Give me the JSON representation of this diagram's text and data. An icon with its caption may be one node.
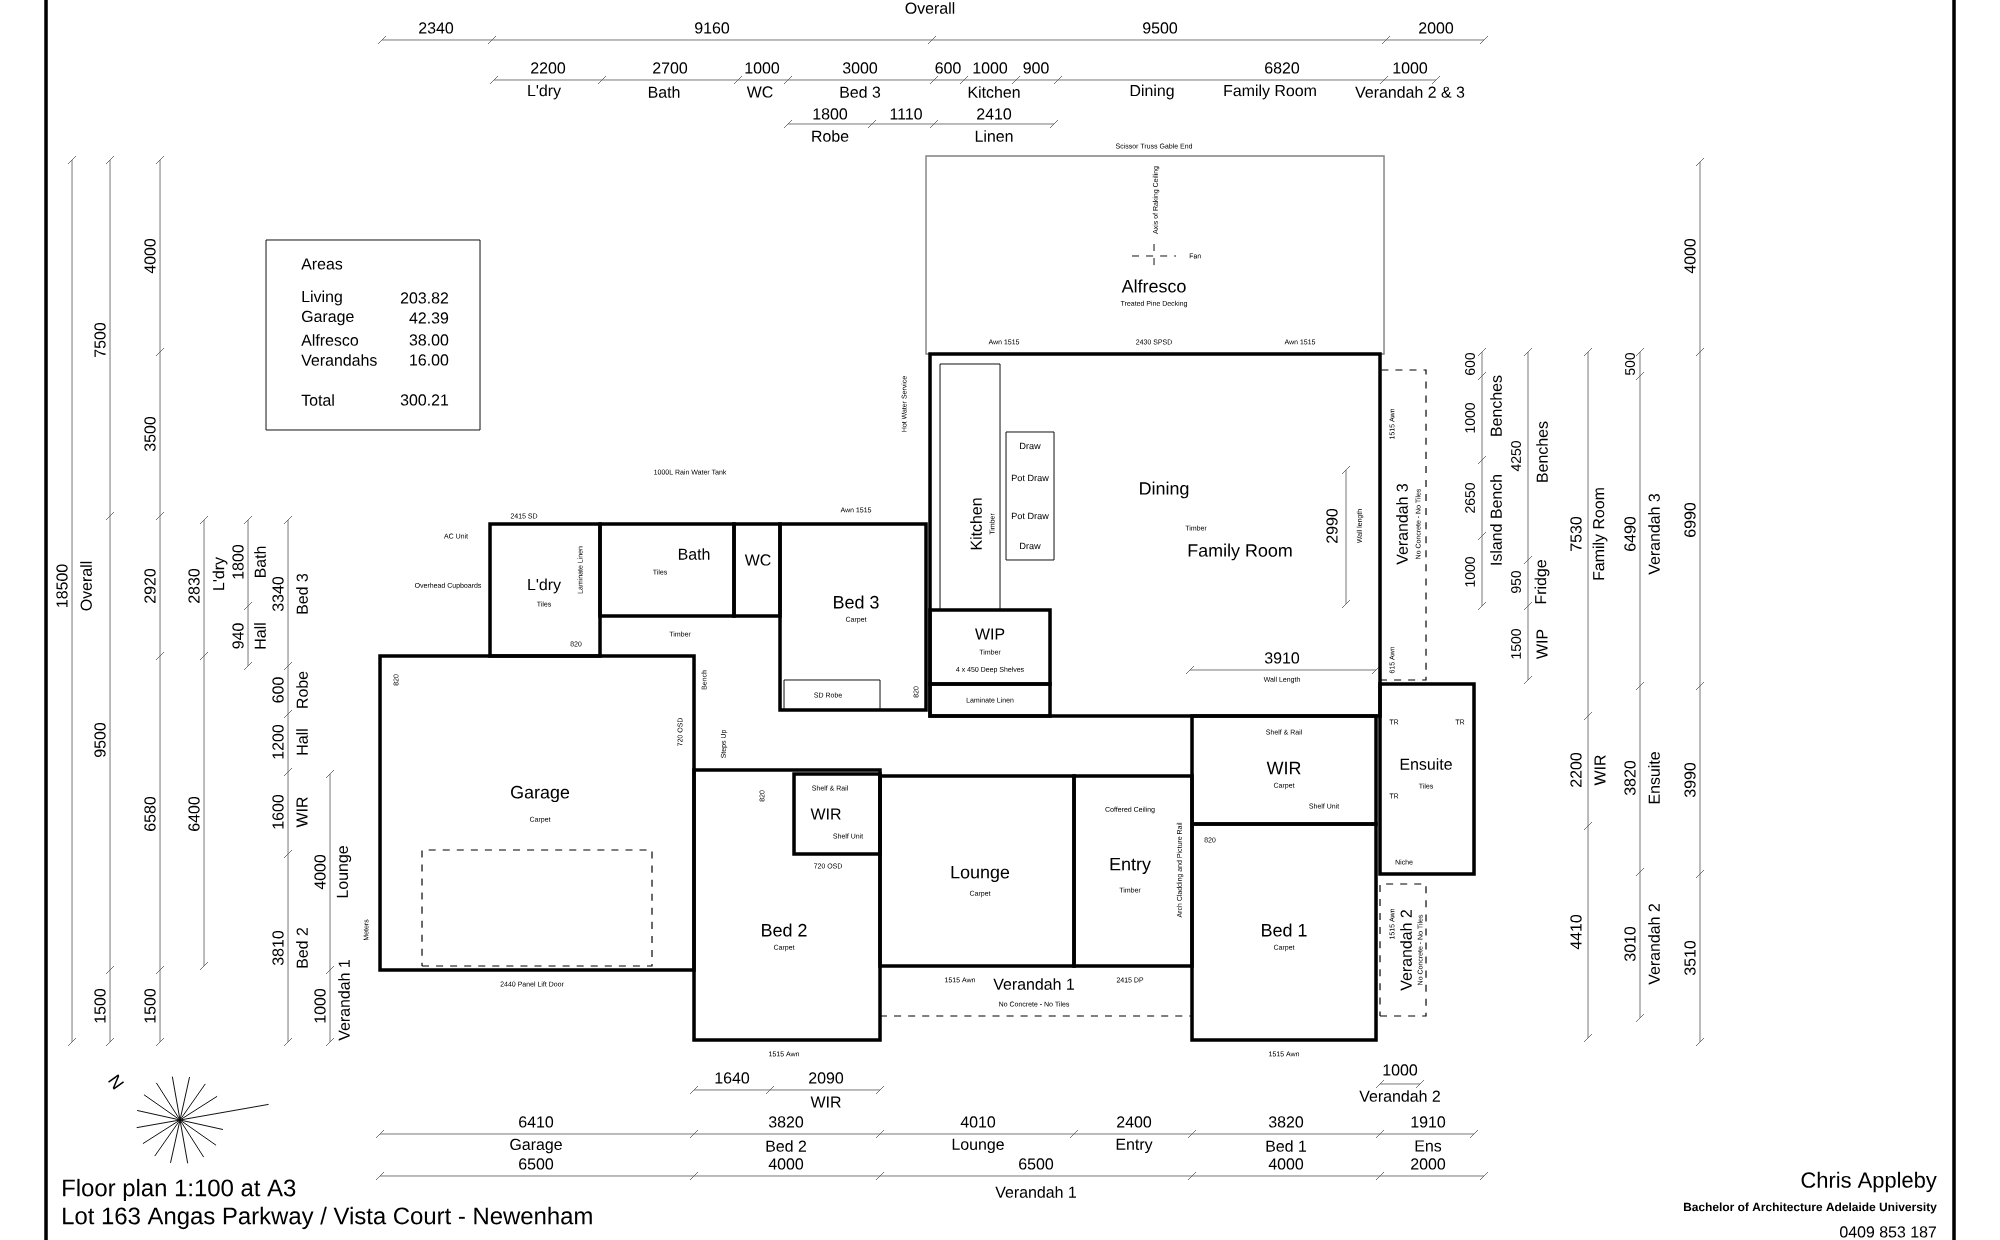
{
  "diagram": {
    "nodes": [
      {
        "text": [
          "Areas",
          "Living",
          "203.82",
          "Garage",
          "42.39",
          "Alfresco",
          "38.00",
          "Verandahs",
          "16.00",
          "Total",
          "300.21"
        ]
      },
      {
        "text": [
          "Alfresco",
          "Treated Pine Decking"
        ]
      },
      {
        "text": [
          "Dining",
          "Timber",
          "Family Room"
        ]
      },
      {
        "text": [
          "Kitchen",
          "Timber"
        ],
        "in": 2
      },
      {
        "text": [
          "Draw",
          "Pot Draw",
          "Pot Draw",
          "Draw"
        ],
        "in": 2
      },
      {
        "text": [
          "Verandah 3",
          "No Concrete - No Tiles"
        ]
      },
      {
        "text": [
          "L'dry",
          "Tiles"
        ]
      },
      {
        "text": [
          "Bath"
        ]
      },
      {
        "text": [
          "WC"
        ]
      },
      {
        "text": [
          "Bed 3",
          "Carpet"
        ]
      },
      {
        "text": [
          "SD Robe"
        ],
        "in": 9
      },
      {
        "text": [
          "WIP",
          "Timber",
          "4 x 450 Deep Shelves"
        ],
        "in": 2
      },
      {
        "text": [
          "Laminate Linen"
        ],
        "in": 2
      },
      {
        "text": [
          "Garage",
          "Carpet"
        ]
      },
      {
        "text": [
          "Shelf & Rail",
          "WIR",
          "Carpet"
        ]
      },
      {
        "text": [
          "Ensuite",
          "Tiles"
        ]
      },
      {
        "text": [
          "Bed 2",
          "Carpet"
        ]
      },
      {
        "text": [
          "Shelf & Rail",
          "WIR"
        ],
        "in": 16
      },
      {
        "text": [
          "Lounge",
          "Carpet"
        ]
      },
      {
        "text": [
          "Coffered Ceiling",
          "Entry",
          "Timber"
        ]
      },
      {
        "text": [
          "Bed 1",
          "Carpet"
        ]
      },
      {
        "text": [
          "Verandah 1",
          "No Concrete - No Tiles"
        ]
      },
      {
        "text": [
          "Verandah 2",
          "No Concrete - No Tiles"
        ]
      },
      {
        "text": [],
        "shape": "box",
        "in": 13
      }
    ],
    "labels": [
      "Overall",
      "2340",
      "9160",
      "9500",
      "2000",
      "2200",
      "2700",
      "1000",
      "3000",
      "600",
      "1000",
      "900",
      "6820",
      "1000",
      "L'dry",
      "Bath",
      "WC",
      "Bed 3",
      "Kitchen",
      "Dining",
      "Family Room",
      "Verandah 2 & 3",
      "1800",
      "1110",
      "2410",
      "Robe",
      "Linen",
      "Scissor Truss Gable End",
      "Axis of Raking Ceiling",
      "Fan",
      "Awn 1515",
      "2430 SPSD",
      "Awn 1515",
      "Hot Water Service",
      "1515 Awn",
      "1000L Rain Water Tank",
      "2415 SD",
      "Awn 1515",
      "AC Unit",
      "Overhead Cupboards",
      "Laminate Linen",
      "Tiles",
      "Timber",
      "820",
      "2990",
      "Wall length",
      "615 Awn",
      "3910",
      "Wall Length",
      "820",
      "820",
      "Bench",
      "720 OSD",
      "Steps Up",
      "820",
      "820",
      "Arch Cladding and Picture Rail",
      "Shelf Unit",
      "Shelf Unit",
      "720 OSD",
      "TR",
      "TR",
      "TR",
      "Niche",
      "Meters",
      "1515 Awn",
      "2440 Panel Lift Door",
      "1515 Awn",
      "2415 DP",
      "1515 Awn",
      "1515 Awn",
      "18500",
      "Overall",
      "7500",
      "9500",
      "1500",
      "4000",
      "3500",
      "2920",
      "6580",
      "1500",
      "2830",
      "6400",
      "L'dry",
      "1800",
      "Bath",
      "940",
      "Hall",
      "3340",
      "Bed 3",
      "600",
      "Robe",
      "1200",
      "Hall",
      "1600",
      "WIR",
      "3810",
      "Bed 2",
      "4000",
      "Lounge",
      "1000",
      "Verandah 1",
      "600",
      "1000",
      "2650",
      "1000",
      "Benches",
      "Island Bench",
      "4250",
      "950",
      "1500",
      "Benches",
      "Fridge",
      "WIP",
      "7530",
      "Family Room",
      "2200",
      "WIR",
      "4410",
      "500",
      "6490",
      "Verandah 3",
      "3820",
      "Ensuite",
      "3010",
      "Verandah 2",
      "4000",
      "6990",
      "3990",
      "3510",
      "1640",
      "2090",
      "WIR",
      "1000",
      "Verandah 2",
      "6410",
      "3820",
      "4010",
      "2400",
      "3820",
      "1910",
      "Garage",
      "Bed 2",
      "Lounge",
      "Entry",
      "Bed 1",
      "Ens",
      "6500",
      "4000",
      "6500",
      "4000",
      "2000",
      "Verandah 1",
      "N",
      "Floor plan 1:100 at A3",
      "Lot 163 Angas Parkway / Vista Court - Newenham",
      "Chris Appleby",
      "Bachelor of Architecture Adelaide University",
      "0409 853 187"
    ]
  }
}
